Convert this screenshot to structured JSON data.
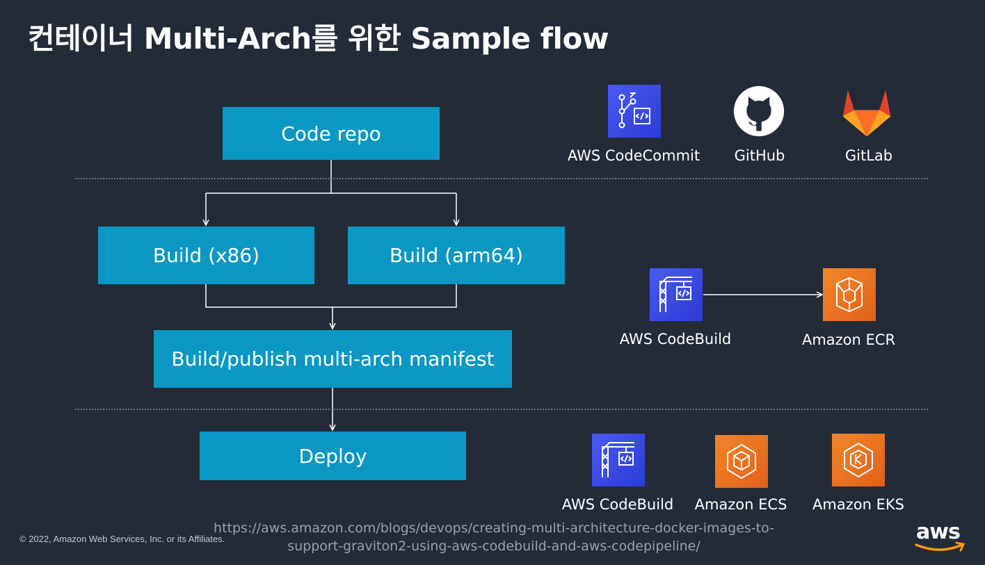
{
  "title": "컨테이너 Multi-Arch를 위한 Sample flow",
  "flow": {
    "code_repo": "Code repo",
    "build_x86": "Build (x86)",
    "build_arm64": "Build (arm64)",
    "manifest": "Build/publish multi-arch manifest",
    "deploy": "Deploy"
  },
  "services": {
    "repo": [
      {
        "label": "AWS CodeCommit",
        "icon": "codecommit-icon"
      },
      {
        "label": "GitHub",
        "icon": "github-icon"
      },
      {
        "label": "GitLab",
        "icon": "gitlab-icon"
      }
    ],
    "build": [
      {
        "label": "AWS CodeBuild",
        "icon": "codebuild-icon"
      },
      {
        "label": "Amazon ECR",
        "icon": "ecr-icon"
      }
    ],
    "deploy": [
      {
        "label": "AWS CodeBuild",
        "icon": "codebuild-icon"
      },
      {
        "label": "Amazon ECS",
        "icon": "ecs-icon"
      },
      {
        "label": "Amazon EKS",
        "icon": "eks-icon"
      }
    ]
  },
  "footer": {
    "copyright": "© 2022, Amazon Web Services, Inc. or its Affiliates.",
    "url_line1": "https://aws.amazon.com/blogs/devops/creating-multi-architecture-docker-images-to-",
    "url_line2": "support-graviton2-using-aws-codebuild-and-aws-codepipeline/",
    "logo_text": "aws"
  },
  "colors": {
    "background": "#232b39",
    "flow_box": "#0b97c4",
    "aws_blue": "#3b4ce6",
    "aws_orange": "#ee7422",
    "gitlab_orange": "#fc6d26"
  }
}
